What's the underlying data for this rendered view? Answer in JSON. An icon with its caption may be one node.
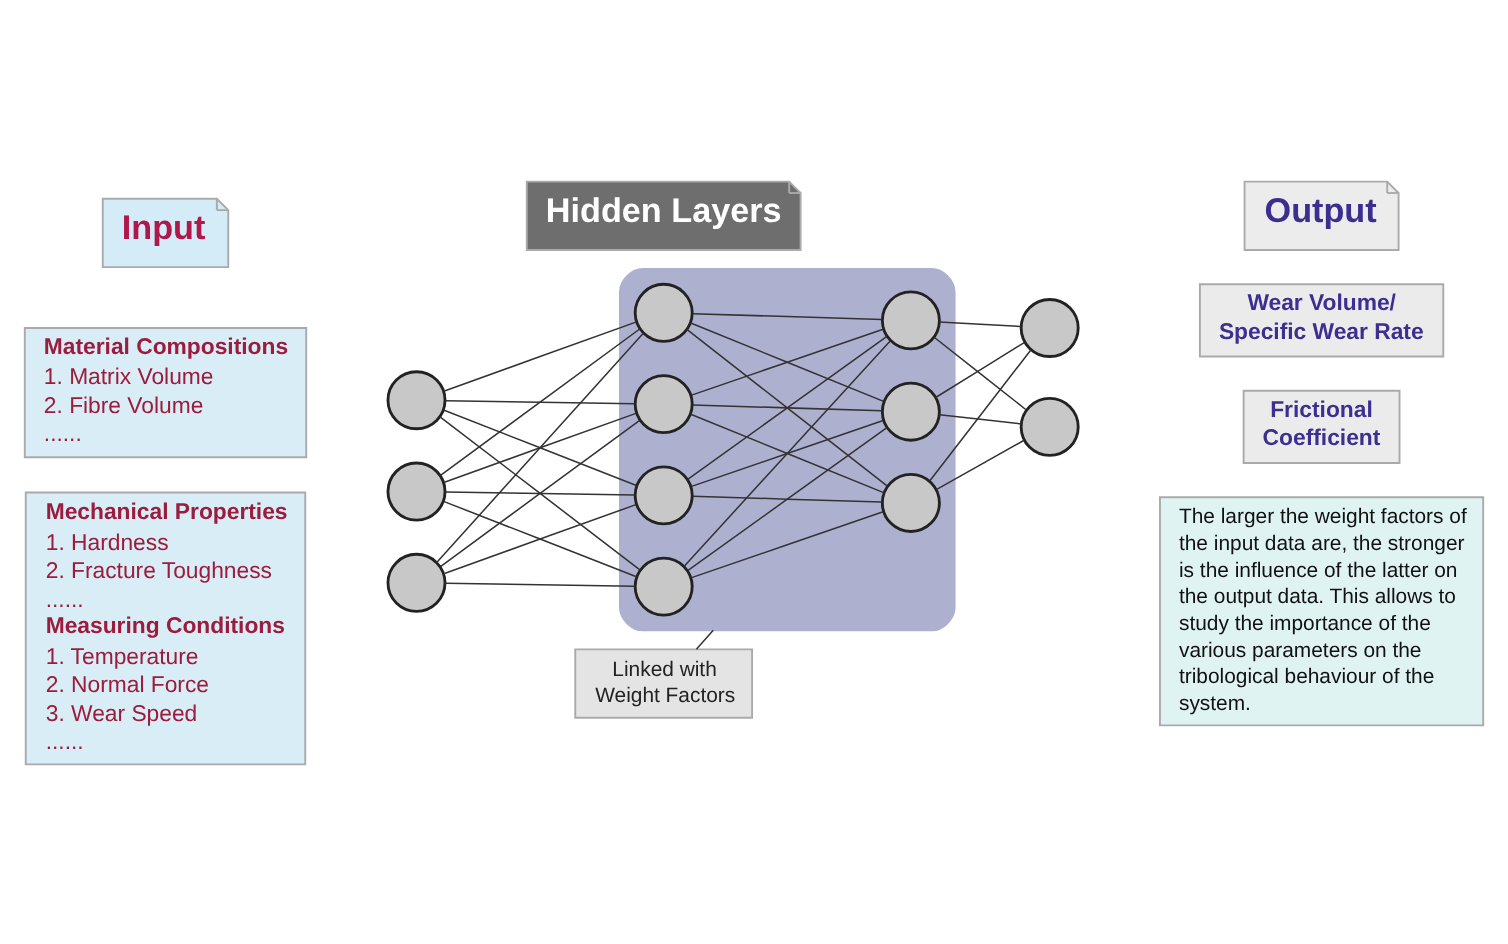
{
  "diagram": {
    "nodes": [
      {
        "text": [
          "Input"
        ]
      },
      {
        "text": [
          "Hidden Layers"
        ]
      },
      {
        "text": [
          "Output"
        ]
      },
      {
        "text": [
          "Material Compositions",
          "1. Matrix Volume",
          "2. Fibre Volume",
          "......"
        ]
      },
      {
        "text": [
          "Mechanical Properties",
          "1. Hardness",
          "2. Fracture Toughness",
          "......",
          "Measuring Conditions",
          "1. Temperature",
          "2. Normal Force",
          "3. Wear Speed",
          "......"
        ]
      },
      {
        "text": [],
        "shape": "circle"
      },
      {
        "text": [],
        "shape": "circle"
      },
      {
        "text": [],
        "shape": "circle"
      },
      {
        "text": [],
        "shape": "ellipse"
      },
      {
        "text": [],
        "shape": "circle",
        "in": 8
      },
      {
        "text": [],
        "shape": "circle",
        "in": 8
      },
      {
        "text": [],
        "shape": "circle",
        "in": 8
      },
      {
        "text": [],
        "shape": "circle",
        "in": 8
      },
      {
        "text": [],
        "shape": "circle",
        "in": 8
      },
      {
        "text": [],
        "shape": "circle",
        "in": 8
      },
      {
        "text": [],
        "shape": "circle",
        "in": 8
      },
      {
        "text": [],
        "shape": "circle"
      },
      {
        "text": [],
        "shape": "circle"
      },
      {
        "text": [
          "Wear Volume/ Specific Wear Rate"
        ]
      },
      {
        "text": [
          "Frictional Coefficient"
        ]
      },
      {
        "text": [
          "Linked with Weight Factors"
        ]
      },
      {
        "text": [
          "The larger the weight factors of the input data are, the stronger is the influence of the latter on the output data. This allows to study the importance of the various parameters on the tribological behaviour of the system."
        ]
      }
    ],
    "edges": [
      {
        "from": 5,
        "to": 9,
        "arrow": "none"
      },
      {
        "from": 5,
        "to": 10,
        "arrow": "none"
      },
      {
        "from": 5,
        "to": 11,
        "arrow": "none"
      },
      {
        "from": 5,
        "to": 12,
        "arrow": "none"
      },
      {
        "from": 6,
        "to": 9,
        "arrow": "none"
      },
      {
        "from": 6,
        "to": 10,
        "arrow": "none"
      },
      {
        "from": 6,
        "to": 11,
        "arrow": "none"
      },
      {
        "from": 6,
        "to": 12,
        "arrow": "none"
      },
      {
        "from": 7,
        "to": 9,
        "arrow": "none"
      },
      {
        "from": 7,
        "to": 10,
        "arrow": "none"
      },
      {
        "from": 7,
        "to": 11,
        "arrow": "none"
      },
      {
        "from": 7,
        "to": 12,
        "arrow": "none"
      },
      {
        "from": 9,
        "to": 13,
        "arrow": "none"
      },
      {
        "from": 9,
        "to": 14,
        "arrow": "none"
      },
      {
        "from": 9,
        "to": 15,
        "arrow": "none"
      },
      {
        "from": 10,
        "to": 13,
        "arrow": "none"
      },
      {
        "from": 10,
        "to": 14,
        "arrow": "none"
      },
      {
        "from": 10,
        "to": 15,
        "arrow": "none"
      },
      {
        "from": 11,
        "to": 13,
        "arrow": "none"
      },
      {
        "from": 11,
        "to": 14,
        "arrow": "none"
      },
      {
        "from": 11,
        "to": 15,
        "arrow": "none"
      },
      {
        "from": 12,
        "to": 13,
        "arrow": "none"
      },
      {
        "from": 12,
        "to": 14,
        "arrow": "none"
      },
      {
        "from": 12,
        "to": 15,
        "arrow": "none"
      },
      {
        "from": 13,
        "to": 16,
        "arrow": "none"
      },
      {
        "from": 13,
        "to": 17,
        "arrow": "none"
      },
      {
        "from": 14,
        "to": 16,
        "arrow": "none"
      },
      {
        "from": 14,
        "to": 17,
        "arrow": "none"
      },
      {
        "from": 15,
        "to": 16,
        "arrow": "none"
      },
      {
        "from": 15,
        "to": 17,
        "arrow": "none"
      },
      {
        "from": 20,
        "to": 8,
        "arrow": "none"
      }
    ]
  }
}
